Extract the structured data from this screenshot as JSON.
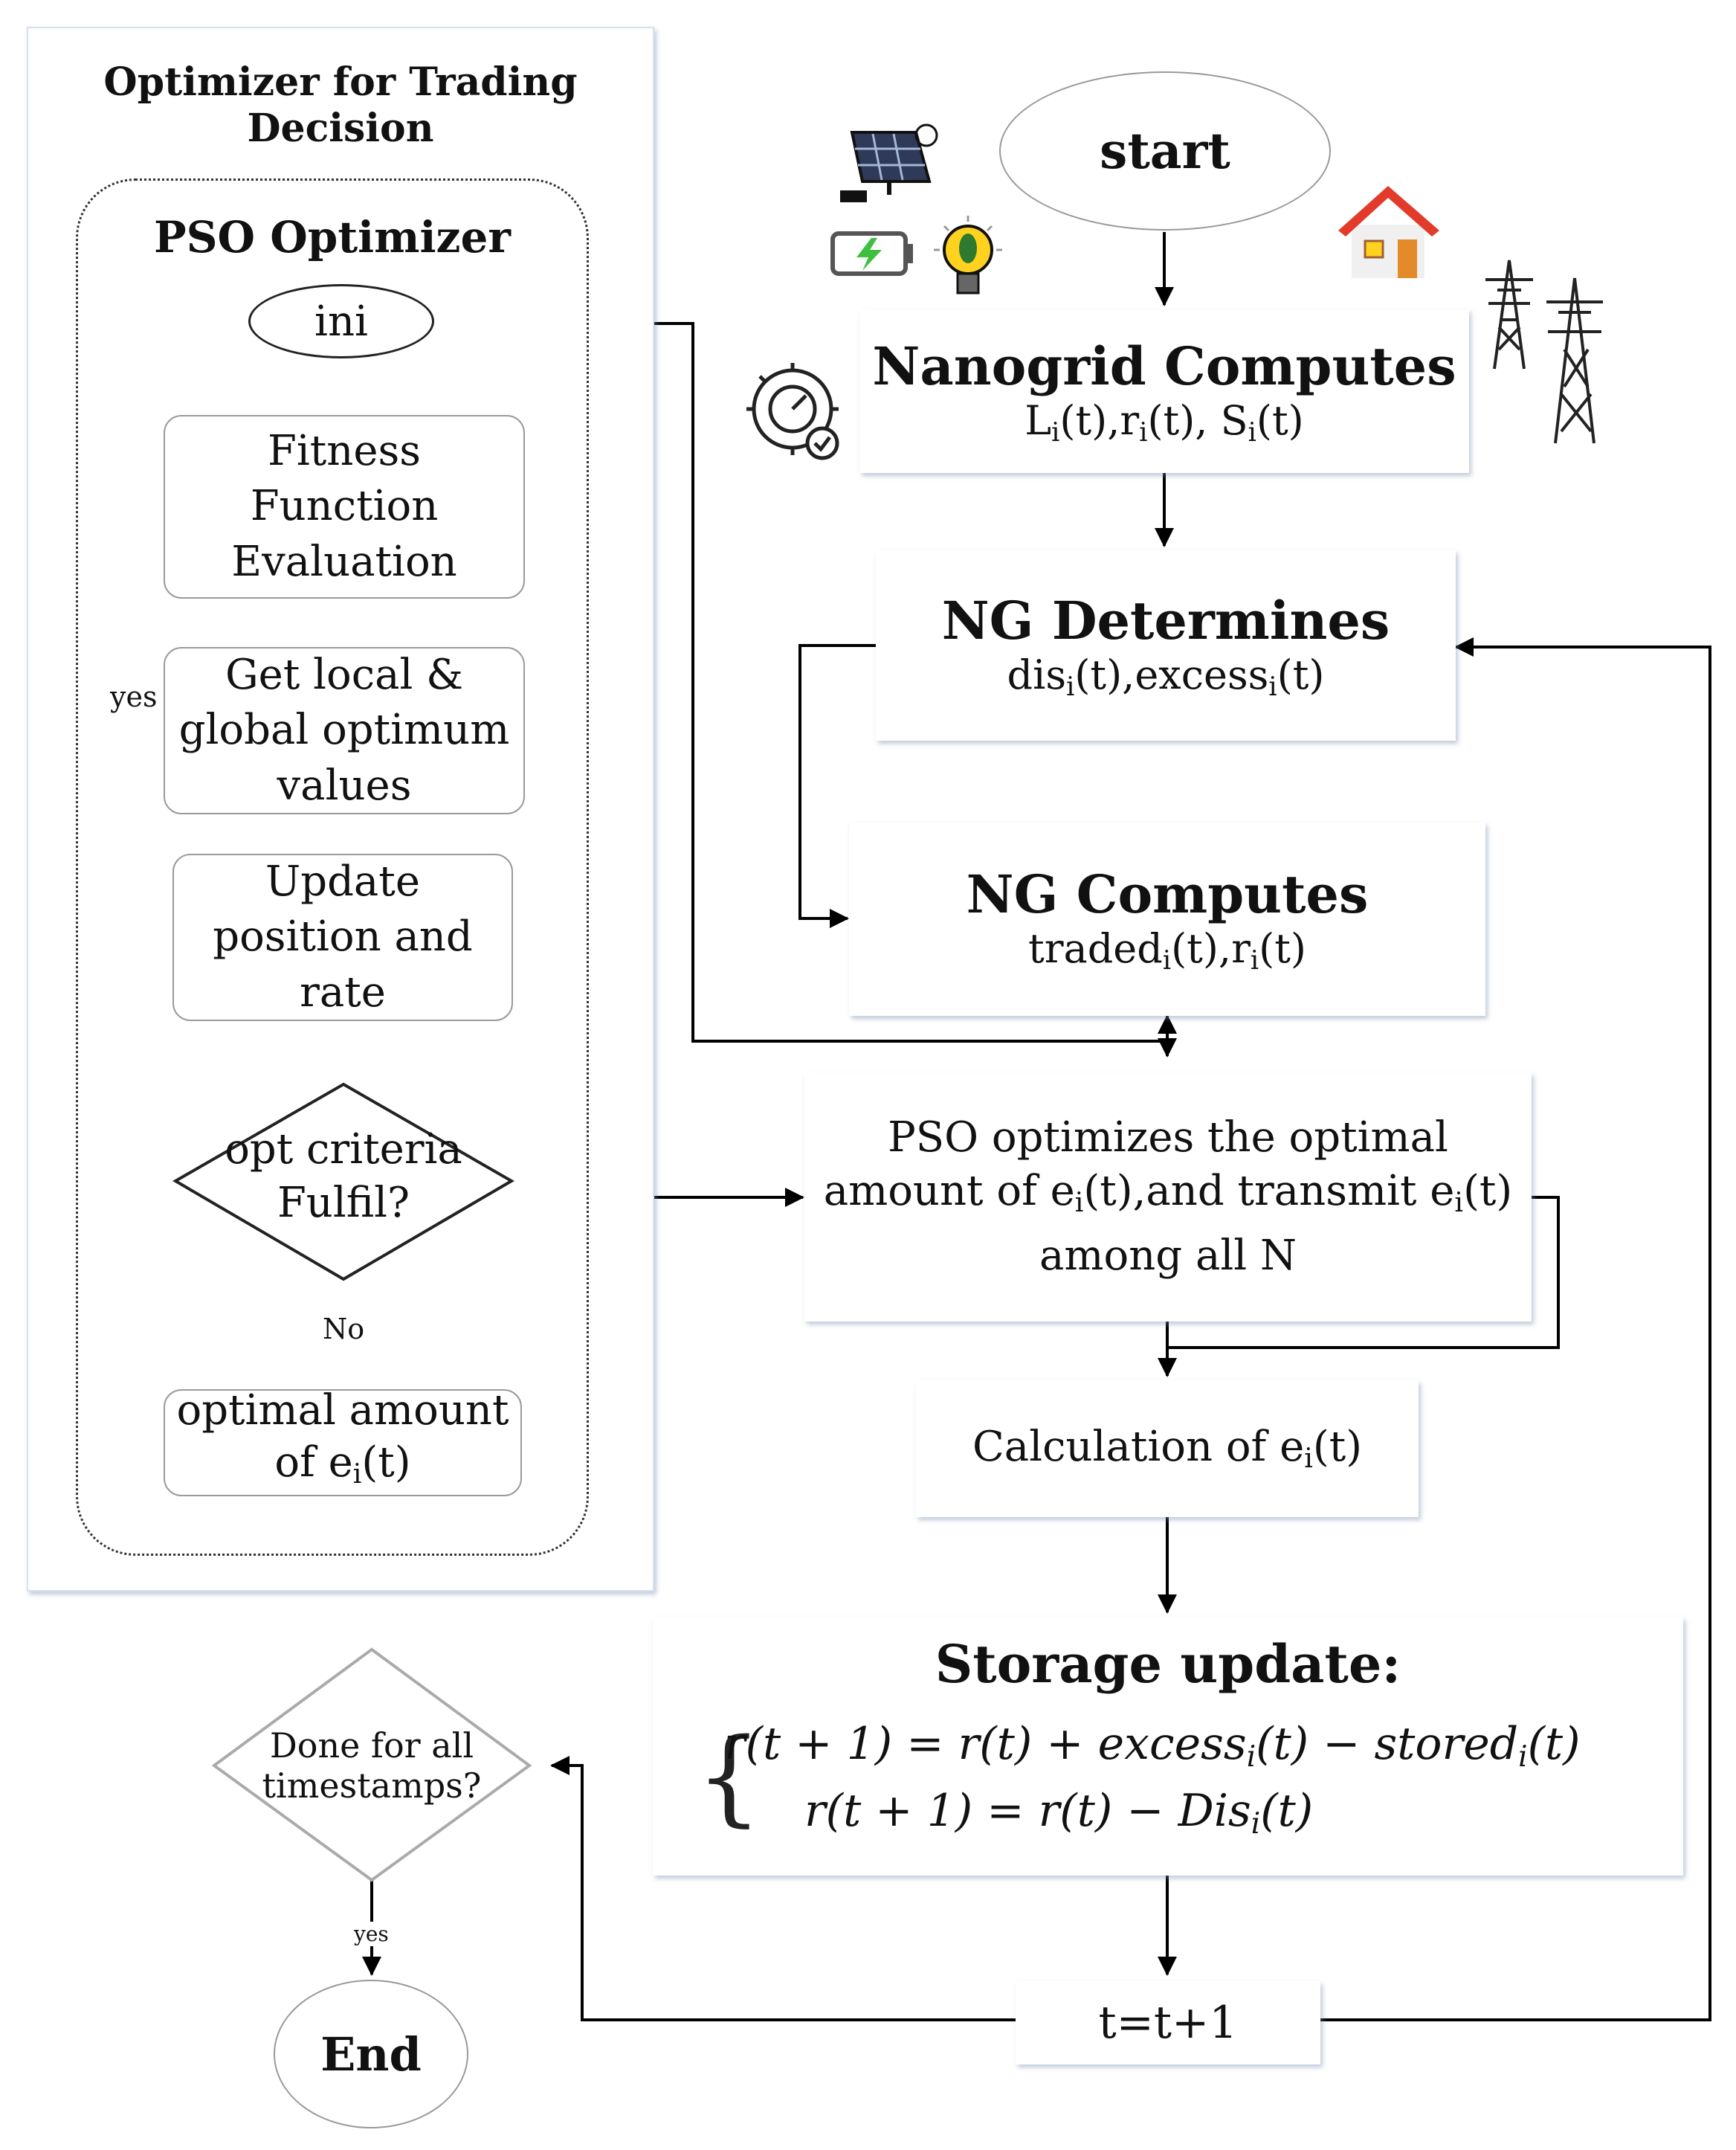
{
  "optimizer": {
    "title_line1": "Optimizer for Trading",
    "title_line2": "Decision",
    "pso_title": "PSO Optimizer",
    "ini": "ini",
    "fitness": [
      "Fitness",
      "Function",
      "Evaluation"
    ],
    "local_global": [
      "Get local &",
      "global optimum",
      "values"
    ],
    "update": [
      "Update",
      "position and",
      "rate"
    ],
    "criteria": [
      "opt criteria",
      "Fulfil?"
    ],
    "yes": "yes",
    "no": "No",
    "optimal_line1": "optimal amount",
    "optimal_line2_prefix": "of e",
    "optimal_sub": "i",
    "optimal_suffix": "(t)"
  },
  "main": {
    "start": "start",
    "nanogrid_title": "Nanogrid Computes",
    "nanogrid_formula": {
      "L": "L",
      "r": "r",
      "S": "S",
      "i": "i",
      "t": "(t)",
      "sep": ",",
      "sep2": ", "
    },
    "ng_determines_title": "NG Determines",
    "ng_determines_a": "dis",
    "ng_determines_b": "excess",
    "ng_computes_title": "NG Computes",
    "ng_computes_a": "traded",
    "ng_computes_b": "r",
    "pso_line1": "PSO optimizes the optimal",
    "pso_line2_a": "amount of e",
    "pso_line2_b": "(t),and transmit e",
    "pso_line3": "among all N",
    "calc_prefix": "Calculation of e",
    "storage_title": "Storage update:",
    "eq1": "r(t + 1) = r(t) + excess",
    "eq1_b": "(t) − stored",
    "eq2": "r(t + 1) = r(t) −  Dis",
    "t_update": "t=t+1",
    "done": [
      "Done for all",
      "timestamps?"
    ],
    "yes": "yes",
    "end": "End"
  },
  "icons": [
    "solar-panel-icon",
    "battery-icon",
    "light-bulb-icon",
    "house-icon",
    "gear-gauge-icon",
    "power-tower-icon"
  ]
}
